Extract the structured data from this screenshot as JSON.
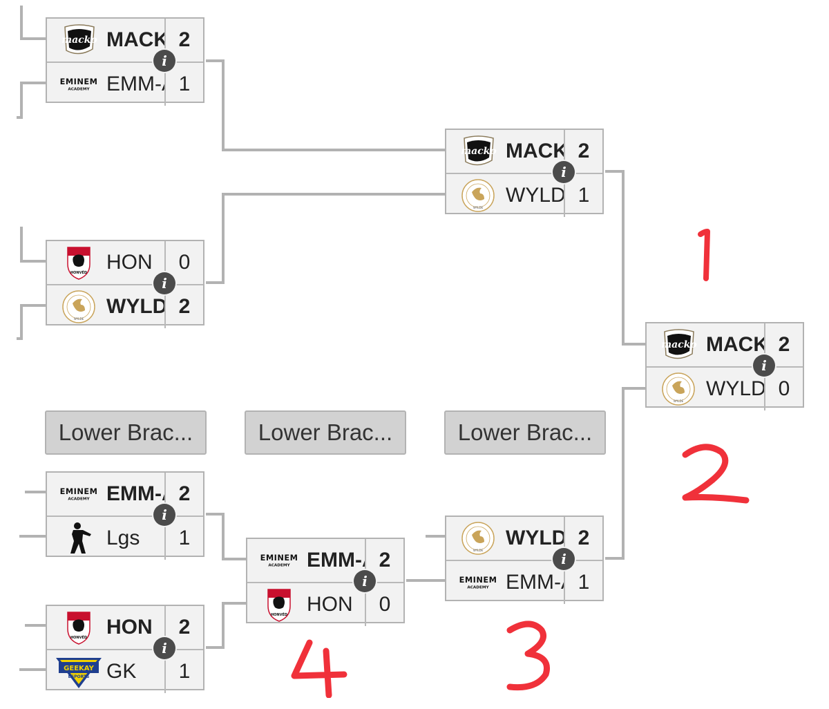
{
  "upper_bracket": {
    "r1_m1": {
      "team1": {
        "name": "MACK",
        "score": "2",
        "logo": "macko-logo",
        "winner": true
      },
      "team2": {
        "name": "EMM-A",
        "score": "1",
        "logo": "eminem-academy-logo",
        "winner": false
      }
    },
    "r1_m2": {
      "team1": {
        "name": "HON",
        "score": "0",
        "logo": "honved-logo",
        "winner": false
      },
      "team2": {
        "name": "WYLD",
        "score": "2",
        "logo": "wylde-logo",
        "winner": true
      }
    },
    "semi": {
      "team1": {
        "name": "MACK",
        "score": "2",
        "logo": "macko-logo",
        "winner": true
      },
      "team2": {
        "name": "WYLDE",
        "score": "1",
        "logo": "wylde-logo",
        "winner": false
      }
    },
    "final": {
      "team1": {
        "name": "MACK",
        "score": "2",
        "logo": "macko-logo",
        "winner": true
      },
      "team2": {
        "name": "WYLDE",
        "score": "0",
        "logo": "wylde-logo",
        "winner": false
      }
    }
  },
  "lower_bracket": {
    "headers": [
      "Lower Brac...",
      "Lower Brac...",
      "Lower Brac..."
    ],
    "r1_m1": {
      "team1": {
        "name": "EMM-A",
        "score": "2",
        "logo": "eminem-academy-logo",
        "winner": true
      },
      "team2": {
        "name": "Lgs",
        "score": "1",
        "logo": "soldier-silhouette-logo",
        "winner": false
      }
    },
    "r1_m2": {
      "team1": {
        "name": "HON",
        "score": "2",
        "logo": "honved-logo",
        "winner": true
      },
      "team2": {
        "name": "GK",
        "score": "1",
        "logo": "geekay-esports-logo",
        "winner": false
      }
    },
    "r2": {
      "team1": {
        "name": "EMM-A",
        "score": "2",
        "logo": "eminem-academy-logo",
        "winner": true
      },
      "team2": {
        "name": "HON",
        "score": "0",
        "logo": "honved-logo",
        "winner": false
      }
    },
    "r3": {
      "team1": {
        "name": "WYLD",
        "score": "2",
        "logo": "wylde-logo",
        "winner": true
      },
      "team2": {
        "name": "EMM-A",
        "score": "1",
        "logo": "eminem-academy-logo",
        "winner": false
      }
    }
  },
  "info_icon": "i",
  "handwritten_annotations": [
    "1",
    "2",
    "3",
    "4"
  ],
  "colors": {
    "annotation": "#f0313a",
    "connector": "#b2b2b2",
    "info": "#4b4b4b"
  }
}
